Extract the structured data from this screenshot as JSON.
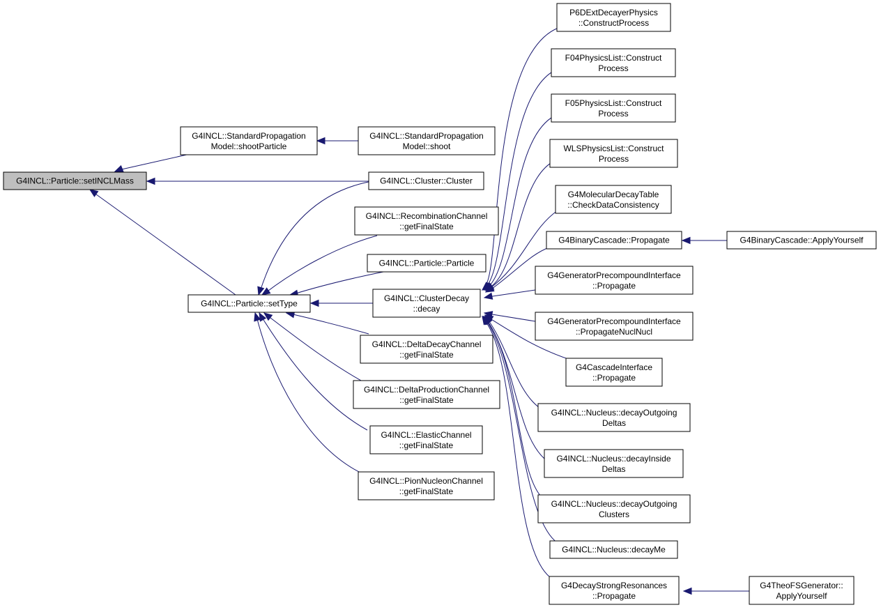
{
  "diagram": {
    "colors": {
      "edge": "#191970",
      "node_border": "#000000",
      "node_fill": "#ffffff",
      "root_fill": "#bfbfbf",
      "text": "#000000"
    },
    "nodes": {
      "setINCLMass": [
        "G4INCL::Particle::setINCLMass"
      ],
      "shootParticle": [
        "G4INCL::StandardPropagation",
        "Model::shootParticle"
      ],
      "shoot": [
        "G4INCL::StandardPropagation",
        "Model::shoot"
      ],
      "clusterCtor": [
        "G4INCL::Cluster::Cluster"
      ],
      "recombination": [
        "G4INCL::RecombinationChannel",
        "::getFinalState"
      ],
      "particleCtor": [
        "G4INCL::Particle::Particle"
      ],
      "setType": [
        "G4INCL::Particle::setType"
      ],
      "clusterDecay": [
        "G4INCL::ClusterDecay",
        "::decay"
      ],
      "deltaDecay": [
        "G4INCL::DeltaDecayChannel",
        "::getFinalState"
      ],
      "deltaProduction": [
        "G4INCL::DeltaProductionChannel",
        "::getFinalState"
      ],
      "elastic": [
        "G4INCL::ElasticChannel",
        "::getFinalState"
      ],
      "pionNucleon": [
        "G4INCL::PionNucleonChannel",
        "::getFinalState"
      ],
      "p6d": [
        "P6DExtDecayerPhysics",
        "::ConstructProcess"
      ],
      "f04": [
        "F04PhysicsList::Construct",
        "Process"
      ],
      "f05": [
        "F05PhysicsList::Construct",
        "Process"
      ],
      "wls": [
        "WLSPhysicsList::Construct",
        "Process"
      ],
      "molecular": [
        "G4MolecularDecayTable",
        "::CheckDataConsistency"
      ],
      "binaryPropagate": [
        "G4BinaryCascade::Propagate"
      ],
      "binaryApply": [
        "G4BinaryCascade::ApplyYourself"
      ],
      "genPrecompound": [
        "G4GeneratorPrecompoundInterface",
        "::Propagate"
      ],
      "genPrecompoundNucl": [
        "G4GeneratorPrecompoundInterface",
        "::PropagateNuclNucl"
      ],
      "cascadeInterface": [
        "G4CascadeInterface",
        "::Propagate"
      ],
      "decayOutDeltas": [
        "G4INCL::Nucleus::decayOutgoing",
        "Deltas"
      ],
      "decayInsideDeltas": [
        "G4INCL::Nucleus::decayInside",
        "Deltas"
      ],
      "decayOutClusters": [
        "G4INCL::Nucleus::decayOutgoing",
        "Clusters"
      ],
      "decayMe": [
        "G4INCL::Nucleus::decayMe"
      ],
      "strongRes": [
        "G4DecayStrongResonances",
        "::Propagate"
      ],
      "theoFS": [
        "G4TheoFSGenerator::",
        "ApplyYourself"
      ]
    }
  }
}
